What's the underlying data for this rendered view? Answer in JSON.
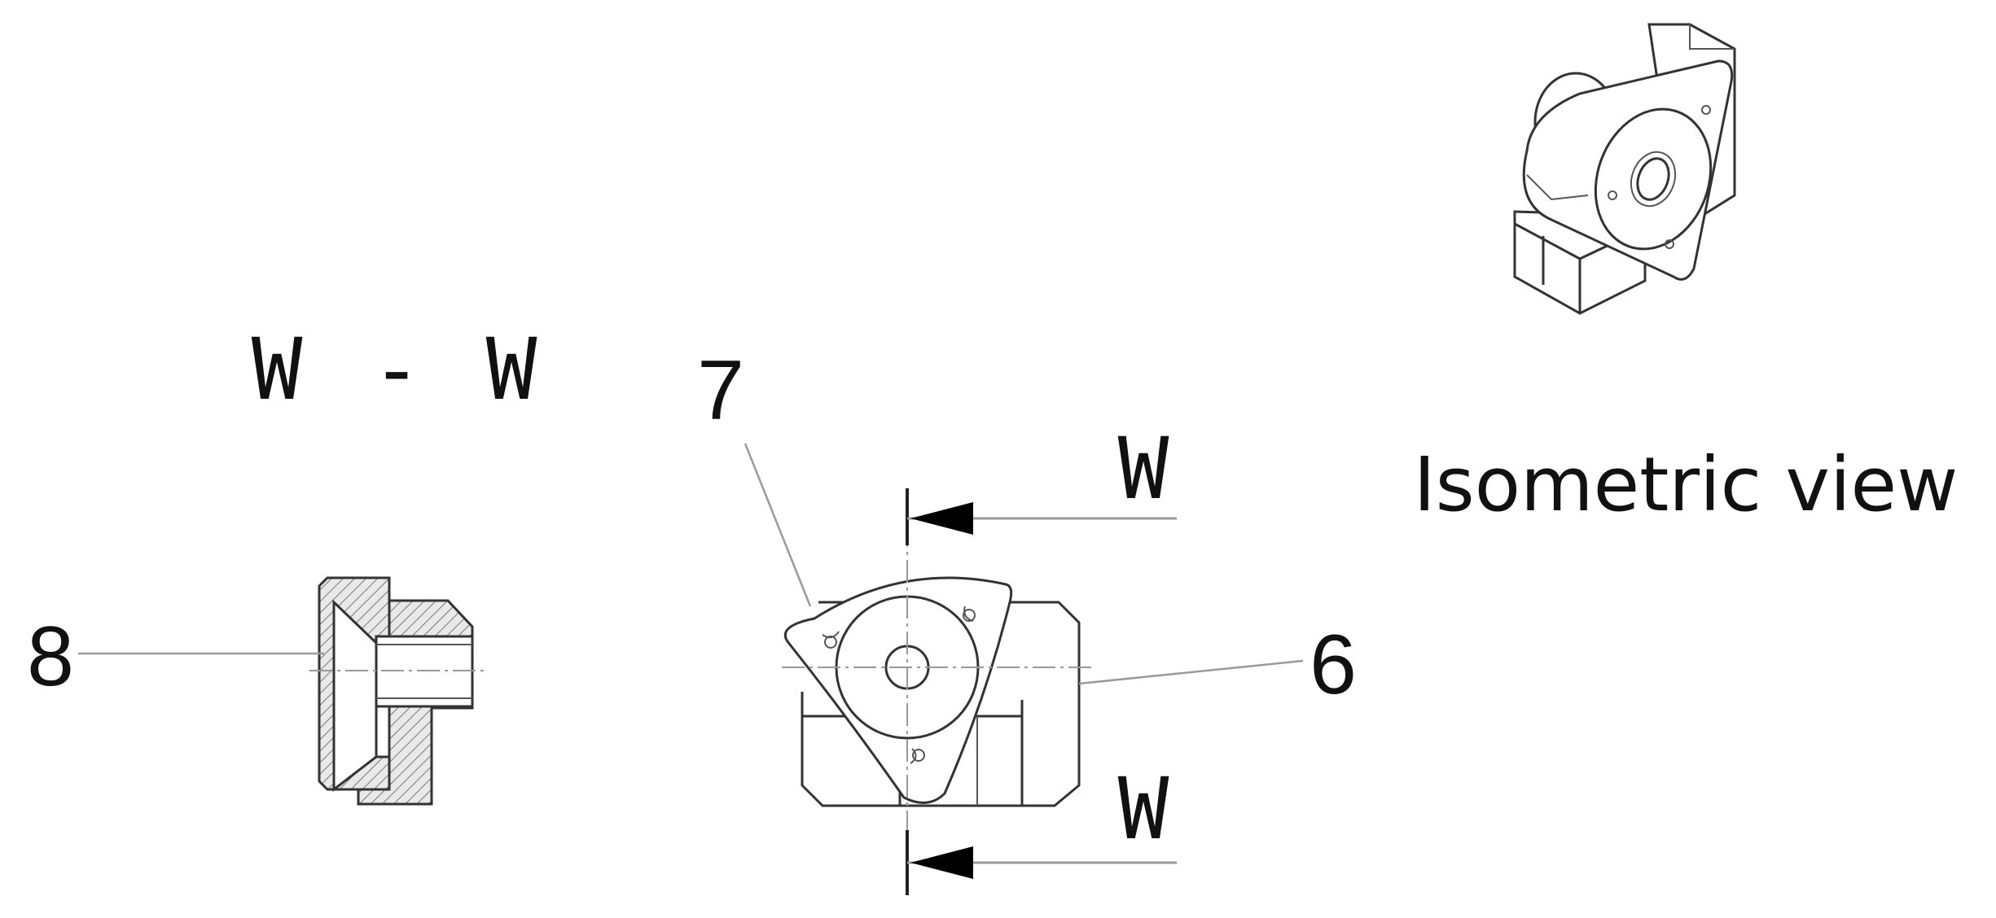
{
  "section_title": {
    "left": "W",
    "dash": "-",
    "right": "W"
  },
  "callouts": {
    "insert": "7",
    "body": "6",
    "screw": "8"
  },
  "cut_markers": {
    "top": "W",
    "bottom": "W"
  },
  "isometric_caption": "Isometric view"
}
